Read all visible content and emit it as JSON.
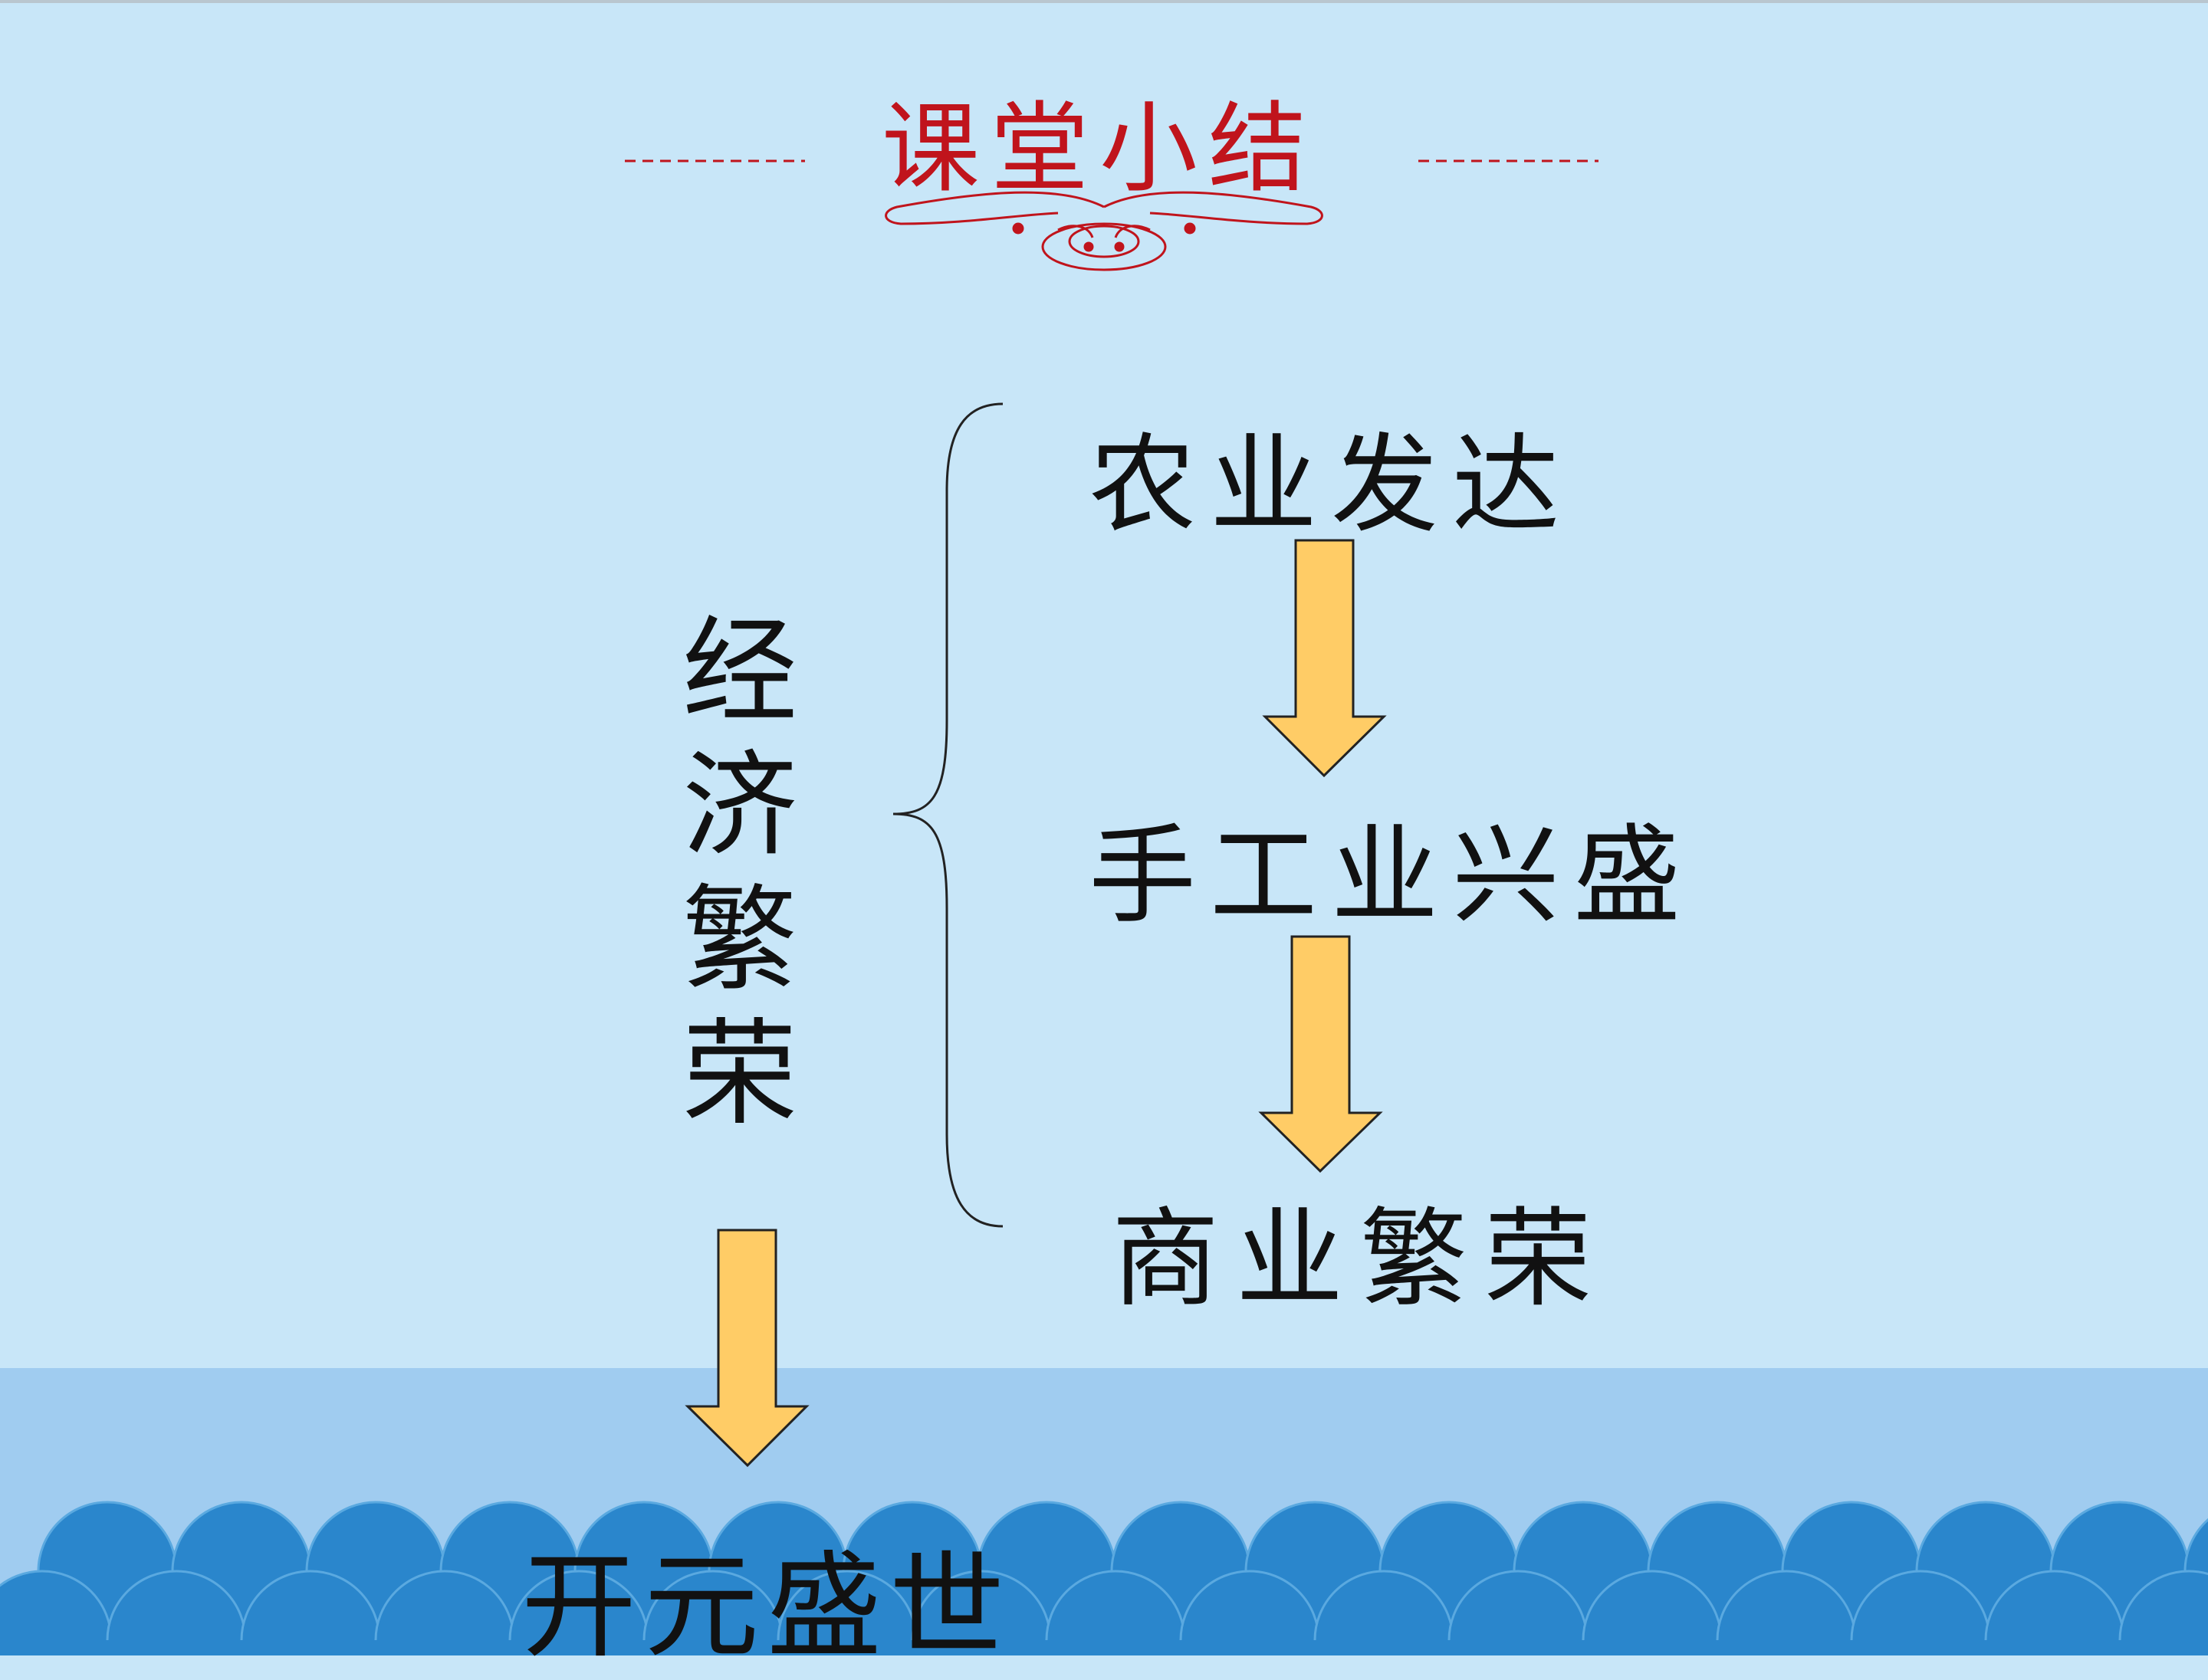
{
  "title": "课堂小结",
  "left_label": "经济繁荣",
  "steps": [
    "农业发达",
    "手工业兴盛",
    "商业繁荣"
  ],
  "result": "开元盛世",
  "colors": {
    "background": "#c8e6f8",
    "water_band": "#a0ccf0",
    "wave": "#2a86cc",
    "title": "#c0141c",
    "arrow_fill": "#ffcc66"
  }
}
